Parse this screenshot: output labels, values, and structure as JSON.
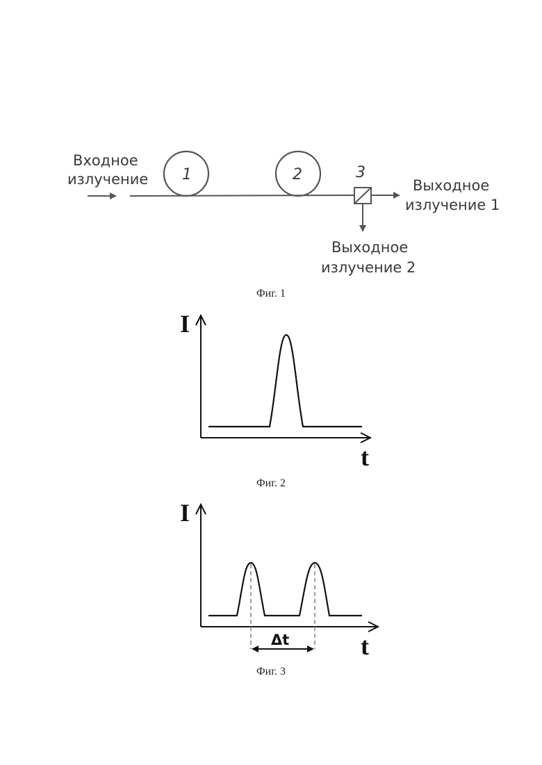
{
  "fig1": {
    "input_label": [
      "Входное",
      "излучение"
    ],
    "element1": "1",
    "element2": "2",
    "element3": "3",
    "output1_label": [
      "Выходное",
      "излучение 1"
    ],
    "output2_label": [
      "Выходное",
      "излучение 2"
    ],
    "caption": "Фиг. 1"
  },
  "fig2": {
    "ylabel": "I",
    "xlabel": "t",
    "caption": "Фиг. 2"
  },
  "fig3": {
    "ylabel": "I",
    "xlabel": "t",
    "interval_label": "Δt",
    "caption": "Фиг. 3"
  },
  "colors": {
    "line": "#555555",
    "curve": "#111111",
    "dash": "#888888"
  }
}
